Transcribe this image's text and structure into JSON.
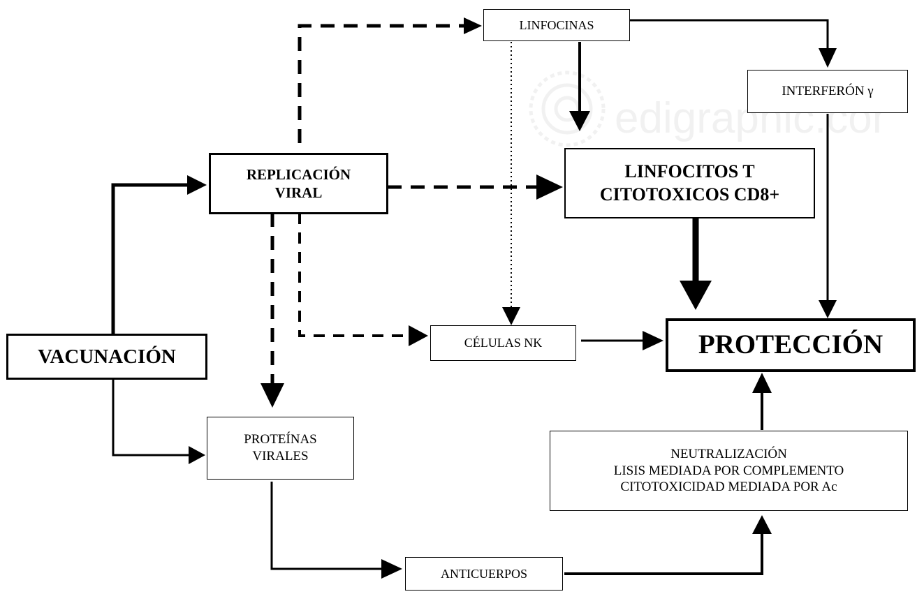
{
  "nodes": {
    "vacunacion": "VACUNACIÓN",
    "replicacion_line1": "REPLICACIÓN",
    "replicacion_line2": "VIRAL",
    "linfocinas": "LINFOCINAS",
    "interferon": "INTERFERÓN γ",
    "linfocitos_line1": "LINFOCITOS T",
    "linfocitos_line2": "CITOTOXICOS CD8+",
    "celulas_nk": "CÉLULAS NK",
    "proteccion": "PROTECCIÓN",
    "proteinas_line1": "PROTEÍNAS",
    "proteinas_line2": "VIRALES",
    "mecanismos_line1": "NEUTRALIZACIÓN",
    "mecanismos_line2": "LISIS MEDIADA POR COMPLEMENTO",
    "mecanismos_line3": "CITOTOXICIDAD MEDIADA POR Ac",
    "anticuerpos": "ANTICUERPOS"
  },
  "watermark": "edigraphic.com",
  "colors": {
    "line": "#000000",
    "background": "#ffffff",
    "watermark": "#9a9a9a"
  }
}
